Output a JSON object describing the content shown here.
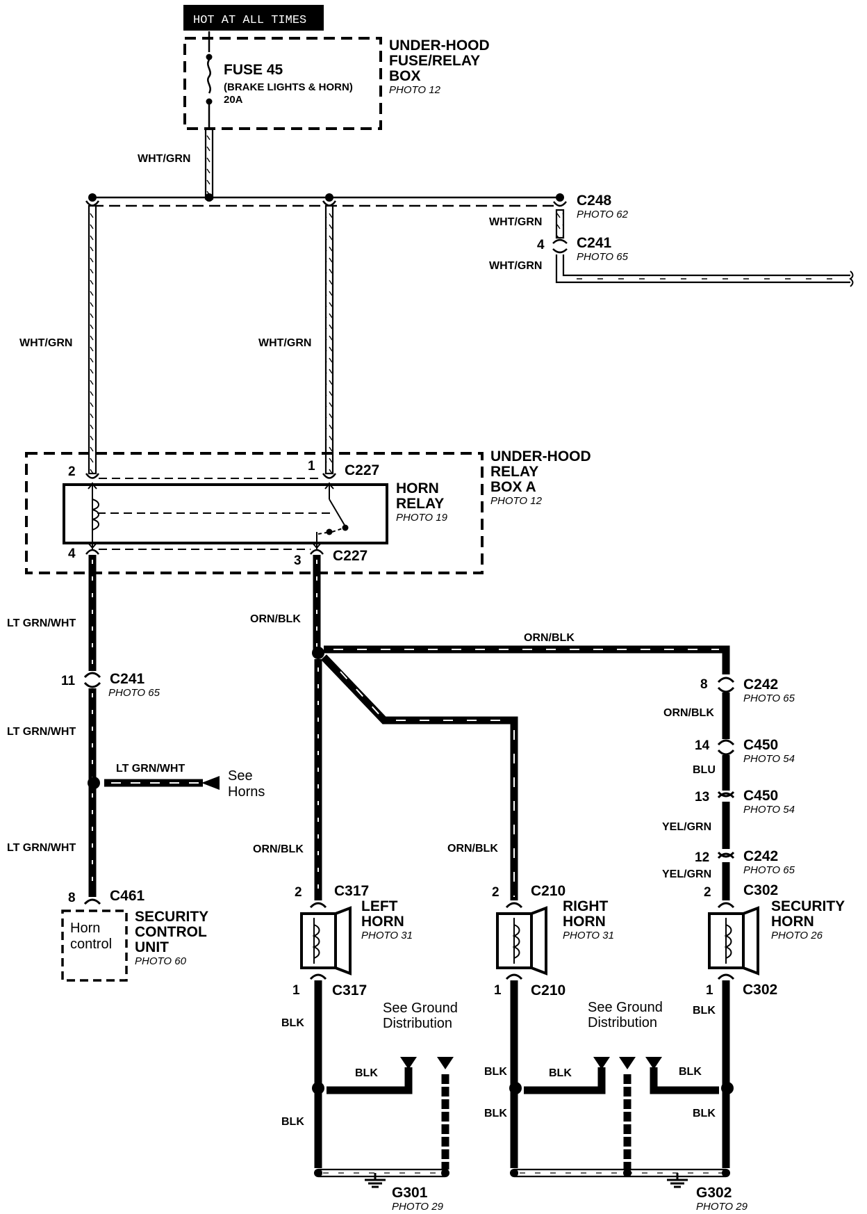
{
  "header": {
    "hot_label": "HOT AT ALL TIMES"
  },
  "fuse_box": {
    "fuse_name": "FUSE 45",
    "fuse_desc": "(BRAKE LIGHTS & HORN)",
    "fuse_rating": "20A",
    "title_1": "UNDER-HOOD",
    "title_2": "FUSE/RELAY",
    "title_3": "BOX",
    "photo": "PHOTO 12"
  },
  "relay_box": {
    "title_1": "UNDER-HOOD",
    "title_2": "RELAY",
    "title_3": "BOX A",
    "photo": "PHOTO 12"
  },
  "horn_relay": {
    "title_1": "HORN",
    "title_2": "RELAY",
    "photo": "PHOTO 19",
    "pin_2": "2",
    "pin_1": "1",
    "pin_4": "4",
    "pin_3": "3",
    "connector_top": "C227",
    "connector_bottom": "C227"
  },
  "connectors": {
    "c248": {
      "name": "C248",
      "photo": "PHOTO 62"
    },
    "c241_top": {
      "pin": "4",
      "name": "C241",
      "photo": "PHOTO 65"
    },
    "c241_left": {
      "pin": "11",
      "name": "C241",
      "photo": "PHOTO 65"
    },
    "c242_a": {
      "pin": "8",
      "name": "C242",
      "photo": "PHOTO 65"
    },
    "c450_a": {
      "pin": "14",
      "name": "C450",
      "photo": "PHOTO 54"
    },
    "c450_b": {
      "pin": "13",
      "name": "C450",
      "photo": "PHOTO 54"
    },
    "c242_b": {
      "pin": "12",
      "name": "C242",
      "photo": "PHOTO 65"
    },
    "c461": {
      "pin": "8",
      "name": "C461"
    },
    "c317_top": {
      "pin": "2",
      "name": "C317"
    },
    "c317_bot": {
      "pin": "1",
      "name": "C317"
    },
    "c210_top": {
      "pin": "2",
      "name": "C210"
    },
    "c210_bot": {
      "pin": "1",
      "name": "C210"
    },
    "c302_top": {
      "pin": "2",
      "name": "C302"
    },
    "c302_bot": {
      "pin": "1",
      "name": "C302"
    }
  },
  "wires": {
    "wht_grn": "WHT/GRN",
    "lt_grn_wht": "LT GRN/WHT",
    "orn_blk": "ORN/BLK",
    "blu": "BLU",
    "yel_grn": "YEL/GRN",
    "blk": "BLK"
  },
  "security_unit": {
    "inner_1": "Horn",
    "inner_2": "control",
    "title_1": "SECURITY",
    "title_2": "CONTROL",
    "title_3": "UNIT",
    "photo": "PHOTO 60"
  },
  "see_horns": {
    "line_1": "See",
    "line_2": "Horns"
  },
  "left_horn": {
    "title_1": "LEFT",
    "title_2": "HORN",
    "photo": "PHOTO 31"
  },
  "right_horn": {
    "title_1": "RIGHT",
    "title_2": "HORN",
    "photo": "PHOTO 31"
  },
  "security_horn": {
    "title_1": "SECURITY",
    "title_2": "HORN",
    "photo": "PHOTO 26"
  },
  "ground_note": {
    "line_1": "See Ground",
    "line_2": "Distribution"
  },
  "grounds": {
    "g301": {
      "name": "G301",
      "photo": "PHOTO 29"
    },
    "g302": {
      "name": "G302",
      "photo": "PHOTO 29"
    }
  },
  "colors": {
    "ink": "#000000",
    "paper": "#ffffff"
  }
}
